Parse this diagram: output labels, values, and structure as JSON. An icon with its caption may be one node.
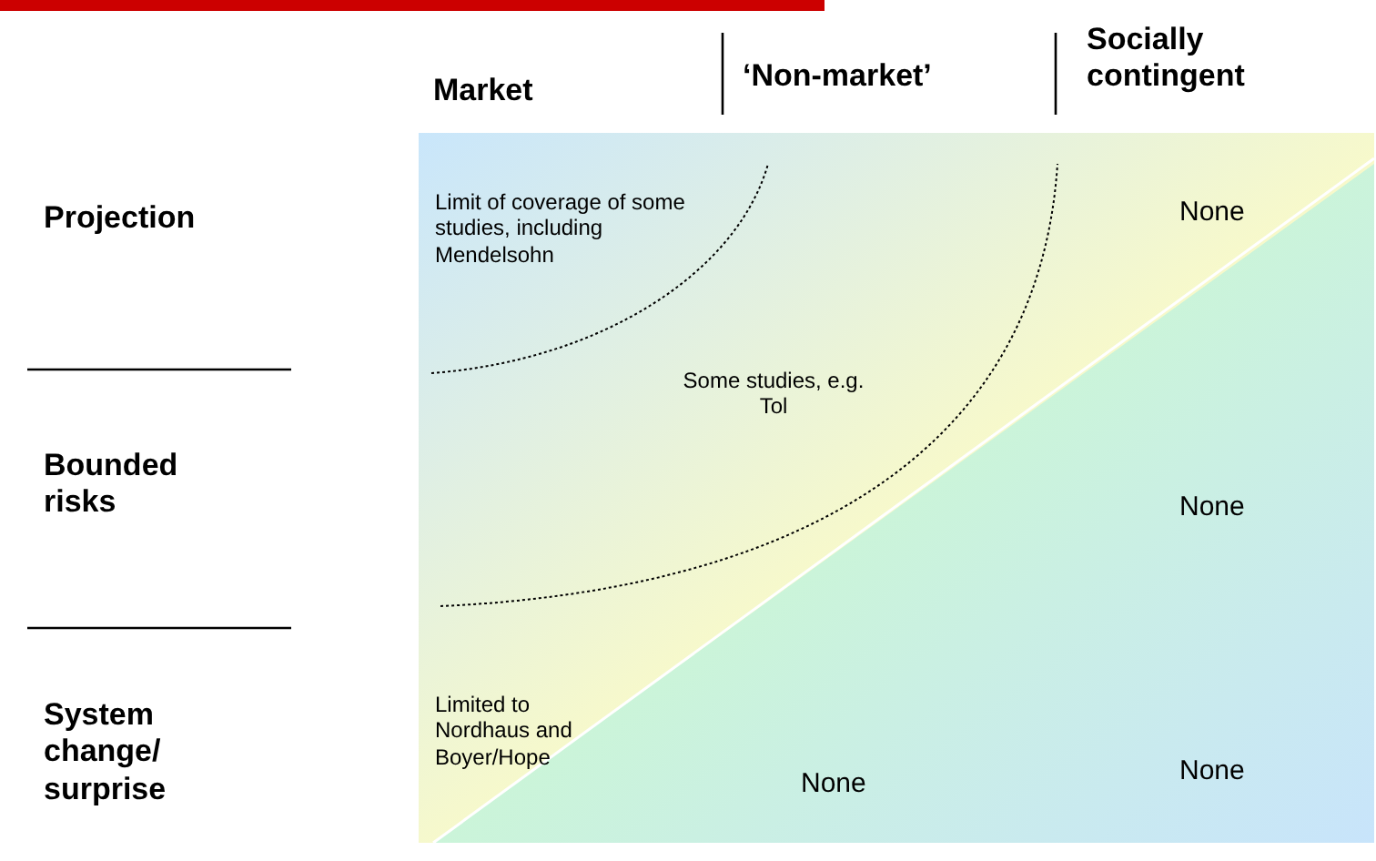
{
  "diagram": {
    "labels": [
      "Market",
      "‘Non-market’",
      "Socially contingent",
      "Projection",
      "Limit of coverage of some studies, including Mendelsohn",
      "None",
      "Some studies, e.g. Tol",
      "Bounded risks",
      "None",
      "System change/ surprise",
      "Limited to Nordhaus and Boyer/Hope",
      "None",
      "None"
    ]
  }
}
